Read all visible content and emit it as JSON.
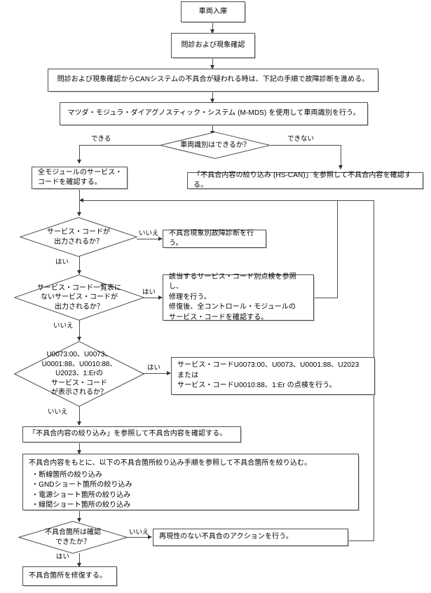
{
  "diagram": {
    "title": "CANシステム故障診断フローチャート",
    "line_color": "#4d4d4d",
    "shadow_color": "#c8c8c8",
    "text_color": "#000000",
    "background": "#ffffff"
  },
  "nodes": {
    "start": {
      "label": "車両入庫"
    },
    "interview": {
      "label": "問診および現象確認"
    },
    "can_suspect": {
      "label": "問診および現象確認からCANシステムの不具合が疑われる時は、下記の手順で故障診断を進める。"
    },
    "mmds": {
      "label": "マツダ・モジュラ・ダイアグノスティック・システム (M-MDS) を使用して車両識別を行う。"
    },
    "all_modules": {
      "label": "全モジュールのサービス・\nコードを確認する。"
    },
    "hs_can_ref": {
      "label": "「不具合内容の絞り込み (HS-CAN)」を参照して不具合内容を確認する。"
    },
    "symptom_diag": {
      "label": "不具合現象別故障診断を行う。"
    },
    "service_code_repair": {
      "label": "該当するサービス・コード別点検を参照し、\n修理を行う。\n修復後、全コントロール・モジュールの\nサービス・コードを確認する。"
    },
    "u_code_check": {
      "label": "サービス・コードU0073:00、U0073、U0001:88、U2023\nまたは\nサービス・コードU0010:88、1:Er の点検を行う。"
    },
    "narrow_ref": {
      "label": "「不具合内容の絞り込み」を参照して不具合内容を確認する。"
    },
    "narrow_list": {
      "heading": "不具合内容をもとに、以下の不具合箇所絞り込み手順を参照して不具合箇所を絞り込む。",
      "items": [
        "・断線箇所の絞り込み",
        "・GNDショート箇所の絞り込み",
        "・電源ショート箇所の絞り込み",
        "・線間ショート箇所の絞り込み"
      ]
    },
    "no_repro_action": {
      "label": "再現性のない不具合のアクションを行う。"
    },
    "repair_fault": {
      "label": "不具合箇所を修復する。"
    }
  },
  "decisions": {
    "vehicle_id": {
      "label": "車両識別はできるか？"
    },
    "service_code_out": {
      "label": "サービス・コードが\n出力されるか？"
    },
    "not_in_list": {
      "label": "サービス・コード一覧表に\nないサービス・コードが\n出力されるか？"
    },
    "u_codes": {
      "label": "U0073:00、U0073、\nU0001:88、U0010:88、\nU2023、1:Erの\nサービス・コード\nが表示されるか？"
    },
    "fault_found": {
      "label": "不具合箇所は確認\nできたか？"
    }
  },
  "edge_labels": {
    "can_do": "できる",
    "cannot_do": "できない",
    "no_1": "いいえ",
    "yes_1": "はい",
    "yes_2": "はい",
    "no_2": "いいえ",
    "yes_3": "はい",
    "no_3": "いいえ",
    "no_4": "いいえ",
    "yes_4": "はい"
  }
}
